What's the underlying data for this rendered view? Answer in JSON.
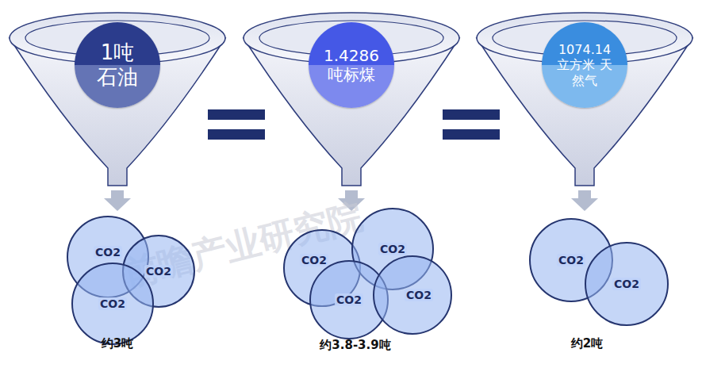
{
  "diagram": {
    "nodes": [
      {
        "text": [
          "1吨 石油"
        ]
      },
      {
        "text": [
          "1.4286 吨标煤"
        ]
      },
      {
        "text": [
          "1074.14 立方米 天然气"
        ]
      },
      {
        "text": [
          "CO2"
        ]
      },
      {
        "text": [
          "CO2"
        ]
      },
      {
        "text": [
          "CO2"
        ]
      },
      {
        "text": [
          "CO2"
        ]
      },
      {
        "text": [
          "CO2"
        ]
      },
      {
        "text": [
          "CO2"
        ]
      },
      {
        "text": [
          "CO2"
        ]
      },
      {
        "text": [
          "CO2"
        ]
      },
      {
        "text": [
          "CO2"
        ]
      }
    ],
    "labels": [
      "约3吨",
      "约3.8-3.9吨",
      "约2吨",
      "前瞻产业研究院"
    ]
  }
}
